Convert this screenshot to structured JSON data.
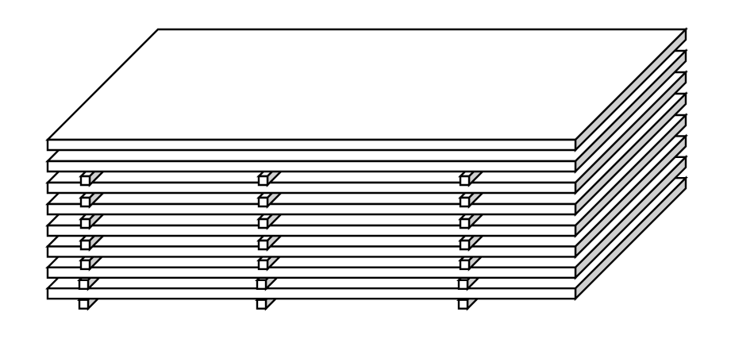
{
  "diagram": {
    "subject": "lumber-stack-with-stickers",
    "board_count": 8,
    "sticker_row_count": 7,
    "sticker_column_count": 3,
    "colors": {
      "face": "#ffffff",
      "side": "#d0d0d0",
      "outline": "#000000"
    }
  }
}
